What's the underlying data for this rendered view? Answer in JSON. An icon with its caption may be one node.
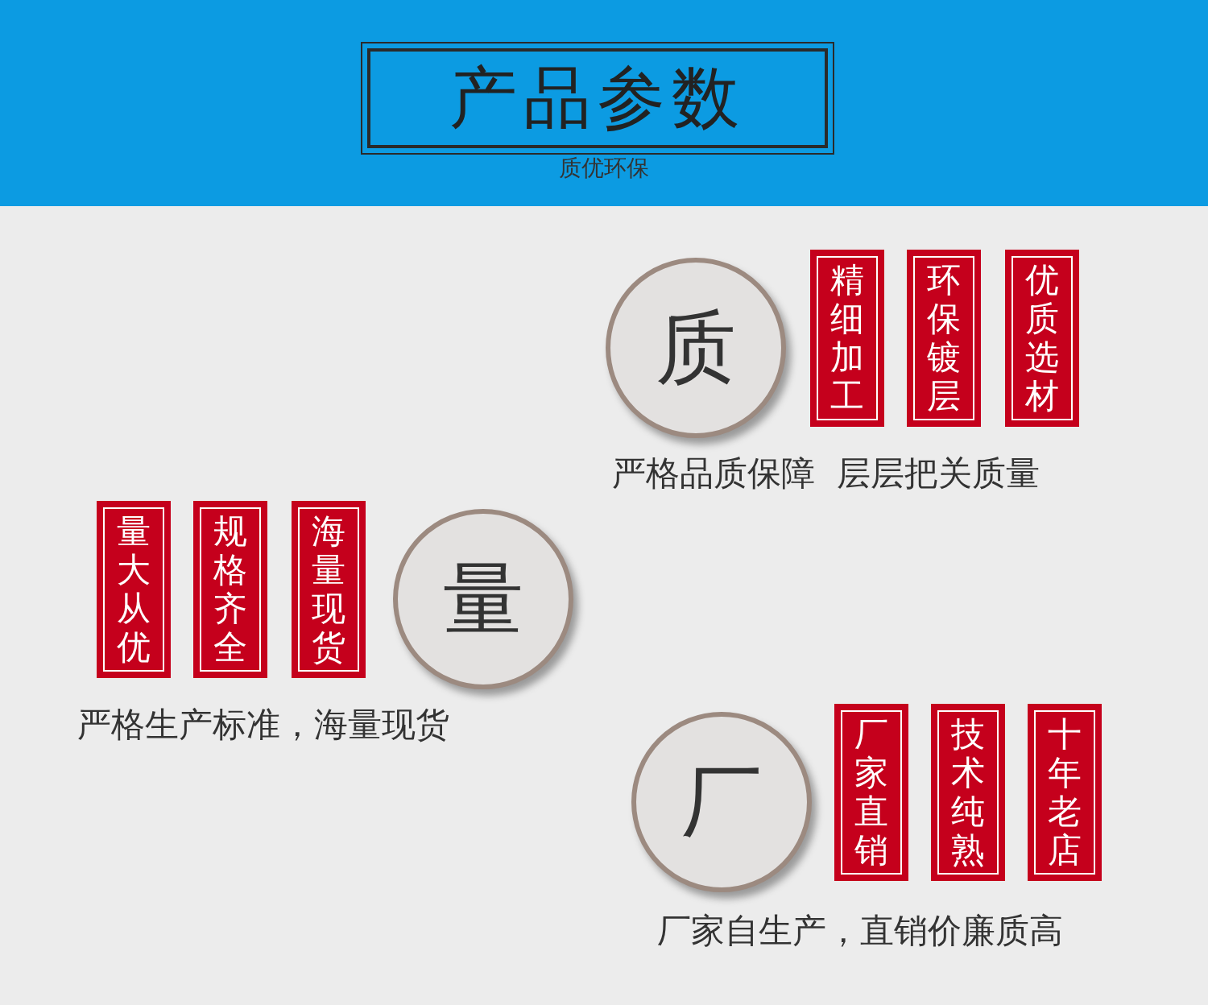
{
  "diagram": {
    "title": "产品参数",
    "nodes": [
      {
        "text": [
          "质"
        ],
        "beside": [
          "严格品质保障  层层把关质量"
        ]
      },
      {
        "text": [
          "精细加工"
        ]
      },
      {
        "text": [
          "环保镀层"
        ]
      },
      {
        "text": [
          "优质选材"
        ]
      },
      {
        "text": [
          "量"
        ],
        "beside": [
          "严格生产标准，海量现货"
        ]
      },
      {
        "text": [
          "量大从优"
        ]
      },
      {
        "text": [
          "规格齐全"
        ]
      },
      {
        "text": [
          "海量现货"
        ]
      },
      {
        "text": [
          "厂"
        ],
        "beside": [
          "厂家自生产，直销价廉质高"
        ]
      },
      {
        "text": [
          "厂家直销"
        ]
      },
      {
        "text": [
          "技术纯熟"
        ]
      },
      {
        "text": [
          "十年老店"
        ]
      }
    ],
    "edges": [],
    "labels": [
      "质优环保"
    ]
  }
}
